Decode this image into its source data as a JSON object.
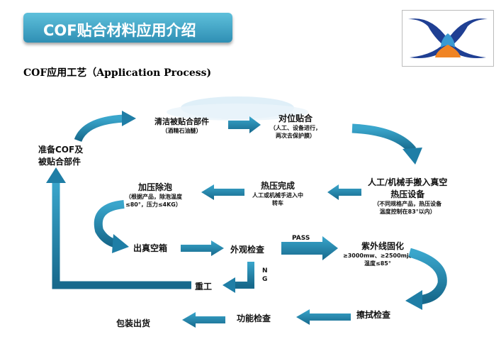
{
  "title": "COF贴合材料应用介绍",
  "subtitle": "COF应用工艺（Application Process)",
  "colors": {
    "banner": "#3aa3c6",
    "arrow": "#2a92b8",
    "arrow_dark": "#17698c"
  },
  "steps": {
    "prepare": {
      "line1": "准备COF及",
      "line2": "被贴合部件"
    },
    "clean": {
      "label": "清洁被贴合部件",
      "note": "（酒精石油醚）"
    },
    "align": {
      "label": "对位贴合",
      "note1": "（人工、设备进行，",
      "note2": "两次去保护膜）"
    },
    "transfer": {
      "label1": "人工/机械手搬入真空",
      "label2": "热压设备",
      "note1": "（不同规格产品，热压设备",
      "note2": "温度控制在83°以内）"
    },
    "hot_press_done": {
      "label": "热压完成",
      "note1": "人工或机械手进入中",
      "note2": "转车"
    },
    "pressurize": {
      "label": "加压除泡",
      "note1": "（根据产品，除泡温度",
      "note2": "≤80°，压力≤4KG）"
    },
    "exit": {
      "label": "出真空箱"
    },
    "inspect": {
      "label": "外观检查"
    },
    "pass": {
      "label": "PASS"
    },
    "uv": {
      "label": "紫外线固化",
      "note1": "≥3000mw、≥2500mj、",
      "note2": "温度≤85°"
    },
    "ng": {
      "label1": "N",
      "label2": "G"
    },
    "rework": {
      "label": "重工"
    },
    "wipe": {
      "label": "擦拭检查"
    },
    "func": {
      "label": "功能检查"
    },
    "pack": {
      "label": "包装出货"
    }
  }
}
